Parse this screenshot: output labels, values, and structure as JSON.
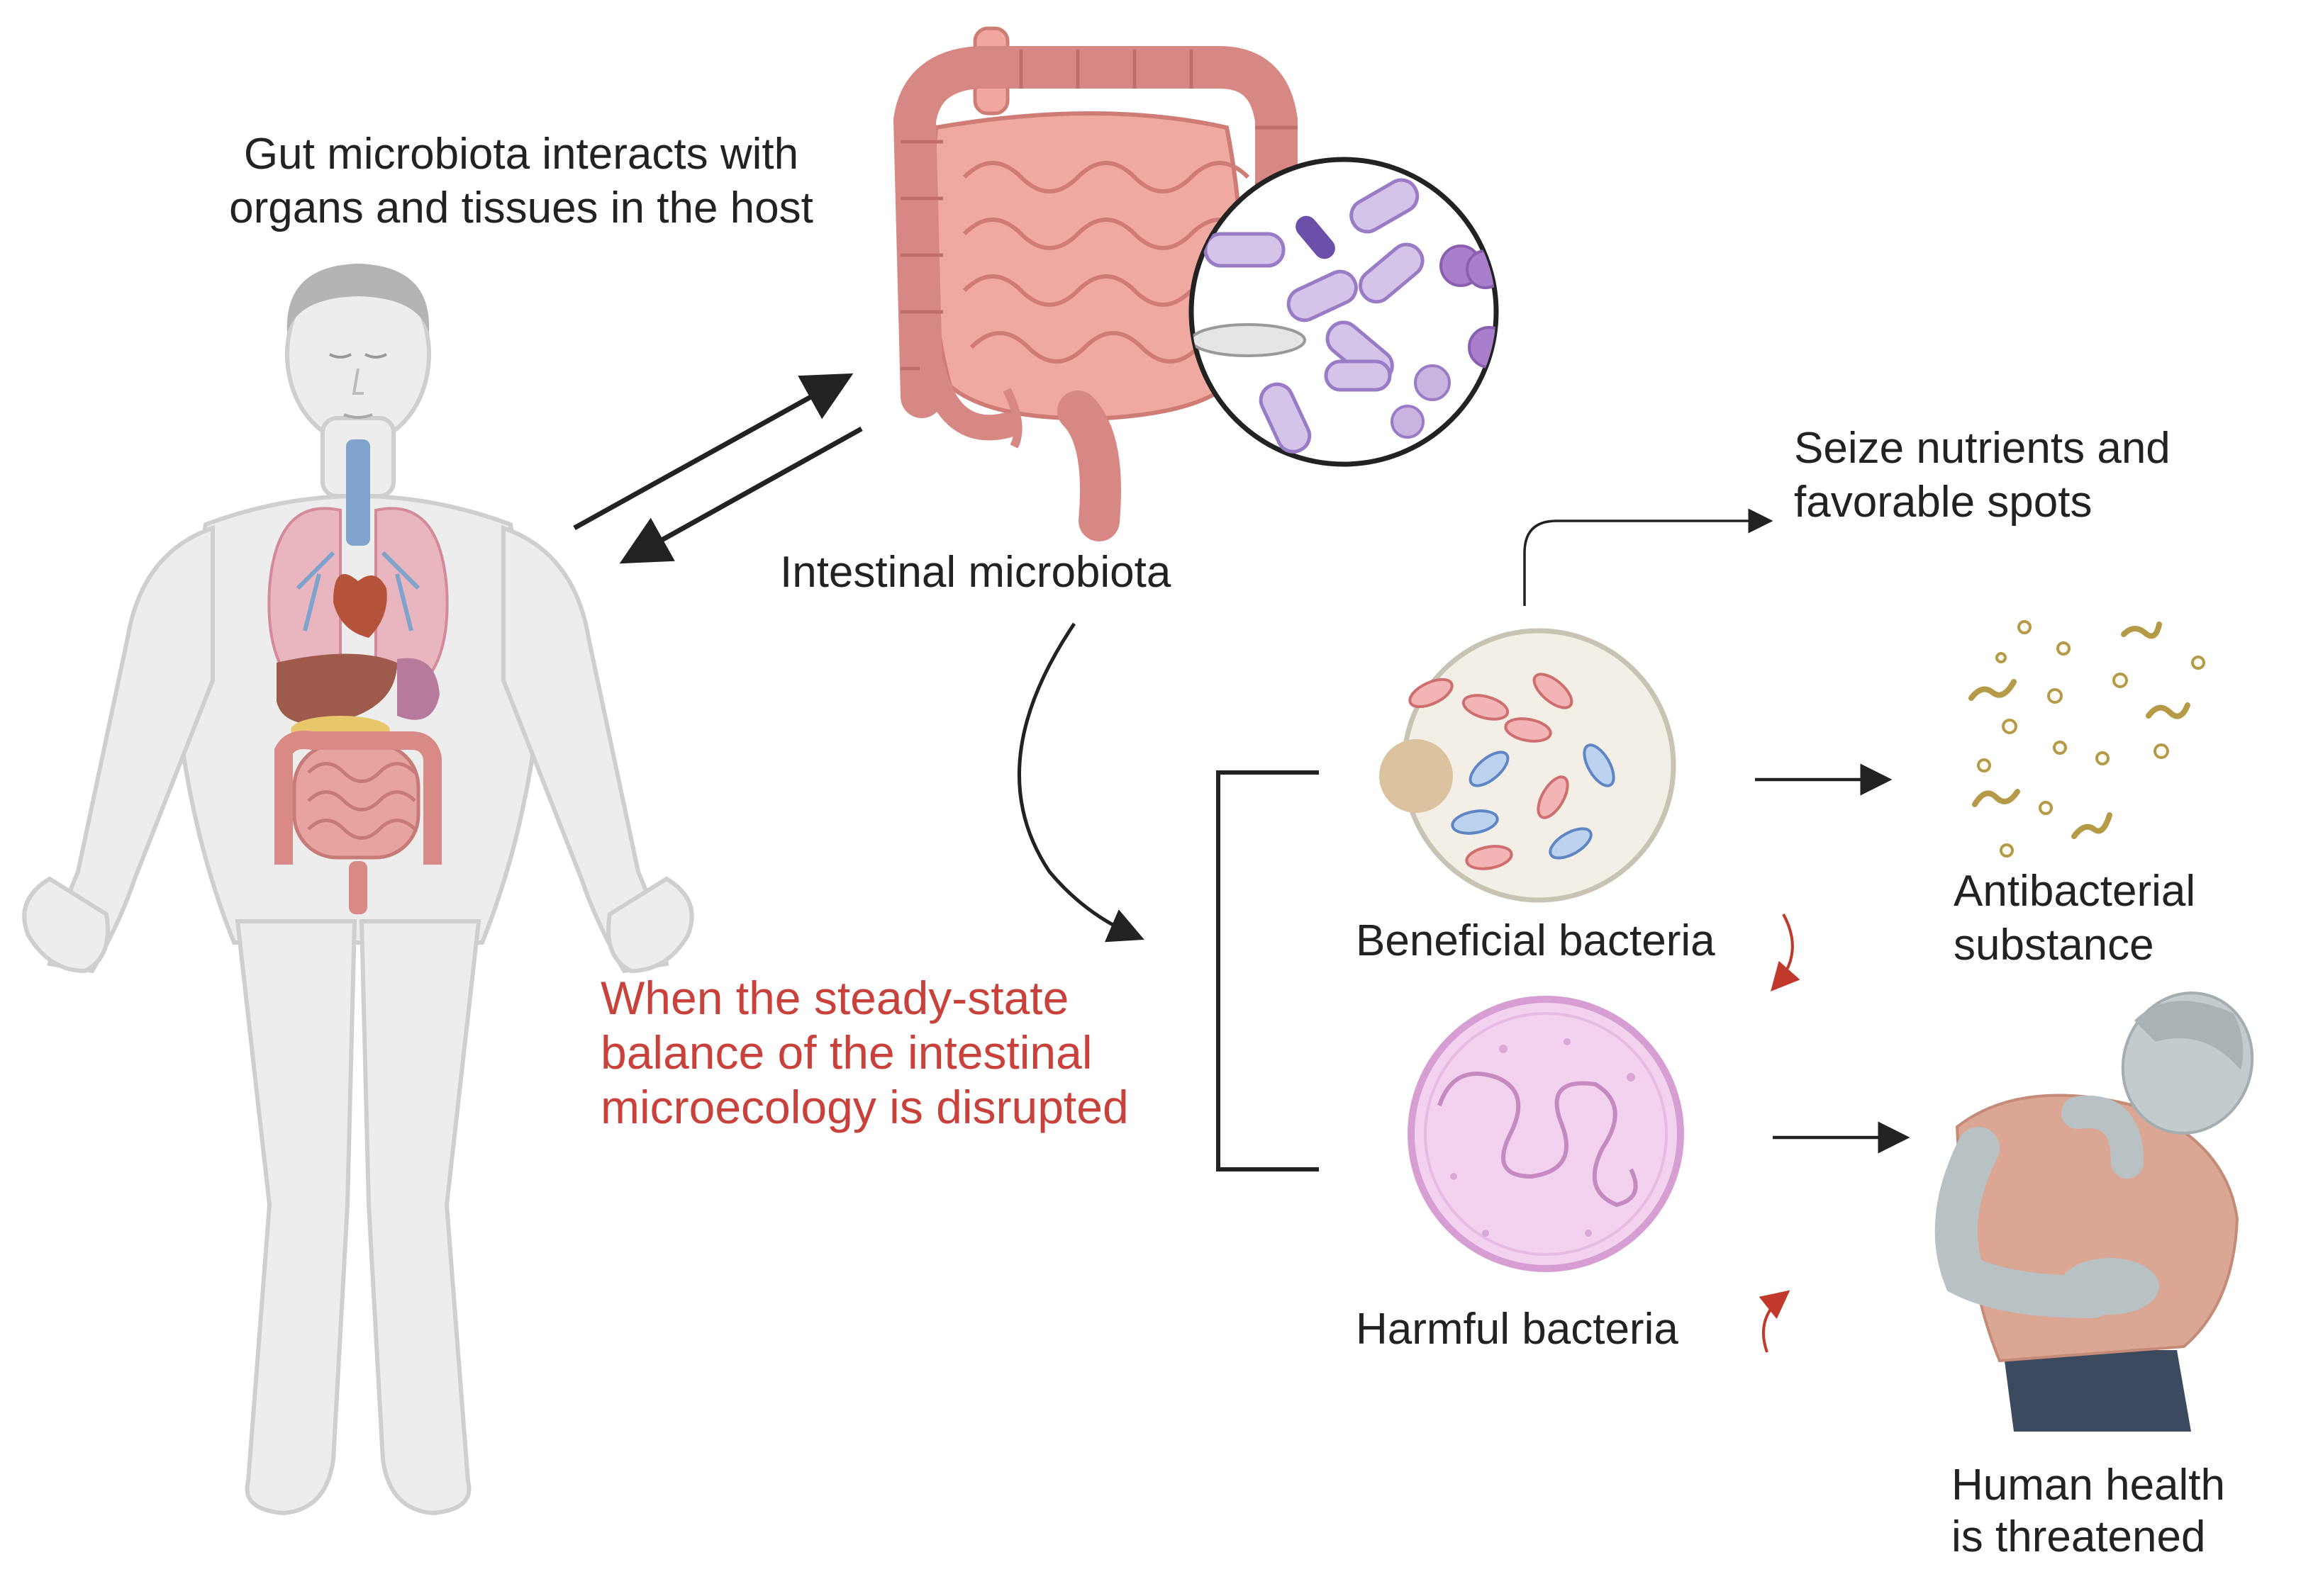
{
  "colors": {
    "text": "#222222",
    "warning_text": "#c8413b",
    "arrow": "#222222",
    "red_arrow": "#c0392b",
    "skin": "#eeeeee",
    "intestine": "#d98c8c",
    "bacteria_purple": "#b59bd8",
    "harmful_fill": "#f2d2ef",
    "beneficial_fill": "#f3efe6"
  },
  "labels": {
    "gut_interaction": [
      "Gut microbiota interacts with",
      "organs and tissues in the host"
    ],
    "intestinal_microbiota": "Intestinal microbiota",
    "disruption": [
      "When the steady-state",
      "balance of the intestinal",
      "microecology is disrupted"
    ],
    "seize_nutrients": [
      "Seize nutrients and",
      "favorable spots"
    ],
    "beneficial": "Beneficial bacteria",
    "antibacterial": [
      "Antibacterial",
      "substance"
    ],
    "harmful": "Harmful bacteria",
    "health_threat": [
      "Human health",
      "is threatened"
    ]
  },
  "icons": [
    "human-body-icon",
    "intestine-icon",
    "microbiota-magnifier-icon",
    "beneficial-bacteria-icon",
    "antibacterial-particles-icon",
    "harmful-bacteria-icon",
    "sick-person-icon"
  ]
}
